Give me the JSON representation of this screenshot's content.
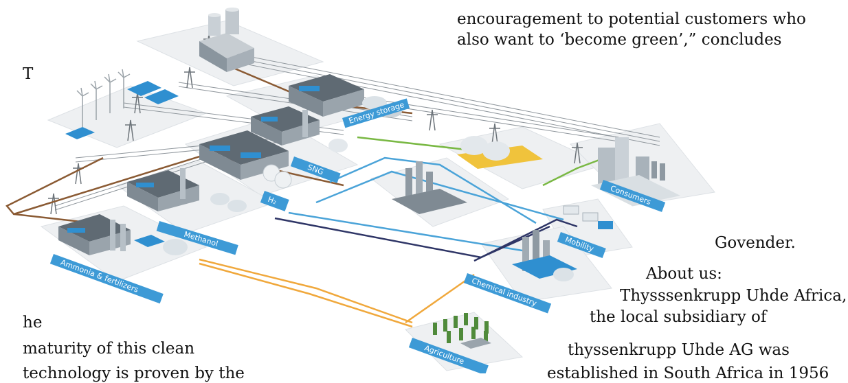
{
  "article": {
    "top_line_1": "encouragement to potential customers who",
    "top_line_2": "also want to ‘become green’,” concludes",
    "drop_cap": "T",
    "left_line_1": "he",
    "left_line_2": "maturity of this clean",
    "left_line_3": "technology is proven by the",
    "closing_name": "Govender.",
    "about_heading": "About us:",
    "about_line_1": "Thysssenkrupp Uhde Africa,",
    "about_line_2": "the local subsidiary of",
    "about_line_3": "thyssenkrupp Uhde AG was",
    "about_line_4": "established in South Africa in 1956"
  },
  "diagram": {
    "labels": {
      "energy_storage": "Energy storage",
      "sng": "SNG",
      "h2": "H₂",
      "methanol": "Methanol",
      "ammonia": "Ammonia & fertilizers",
      "consumers": "Consumers",
      "mobility": "Mobility",
      "chemical": "Chemical industry",
      "agriculture": "Agriculture"
    },
    "colors": {
      "label_blue": "#3d9ad6",
      "roof_blue": "#2f8fd0",
      "building_grey": "#7f8a93",
      "ground": "#eef0f2",
      "power_line": "#8f969c",
      "brown_line": "#8a5a33",
      "green_line": "#79b843",
      "blue_line": "#4aa3d8",
      "navy_line": "#2e3566",
      "orange_line": "#f0a83c"
    }
  }
}
